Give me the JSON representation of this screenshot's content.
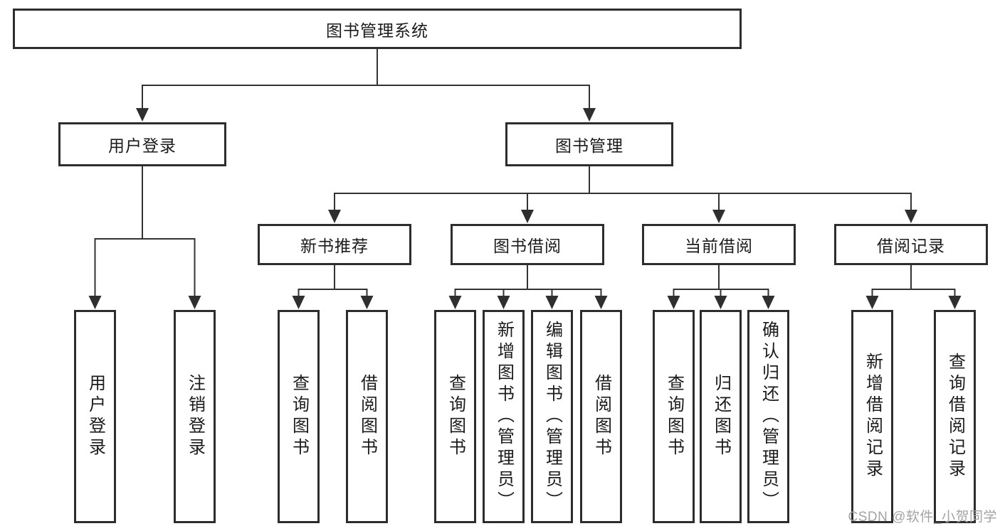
{
  "tree": {
    "label": "图书管理系统",
    "children": [
      {
        "label": "用户登录",
        "children": [
          {
            "label": "用户登录"
          },
          {
            "label": "注销登录"
          }
        ]
      },
      {
        "label": "图书管理",
        "children": [
          {
            "label": "新书推荐",
            "children": [
              {
                "label": "查询图书"
              },
              {
                "label": "借阅图书"
              }
            ]
          },
          {
            "label": "图书借阅",
            "children": [
              {
                "label": "查询图书"
              },
              {
                "label": "新增图书（管理员）"
              },
              {
                "label": "编辑图书（管理员）"
              },
              {
                "label": "借阅图书"
              }
            ]
          },
          {
            "label": "当前借阅",
            "children": [
              {
                "label": "查询图书"
              },
              {
                "label": "归还图书"
              },
              {
                "label": "确认归还（管理员）"
              }
            ]
          },
          {
            "label": "借阅记录",
            "children": [
              {
                "label": "新增借阅记录"
              },
              {
                "label": "查询借阅记录"
              }
            ]
          }
        ]
      }
    ]
  },
  "watermark": {
    "text": "CSDN @软件_小贺同学"
  },
  "colors": {
    "background": "#ffffff",
    "box_border": "#2d2d2d",
    "connector_line": "#333333",
    "arrowhead": "#2f2f2f",
    "text": "#1b1b1b",
    "watermark_text": "#a3a3a3"
  }
}
